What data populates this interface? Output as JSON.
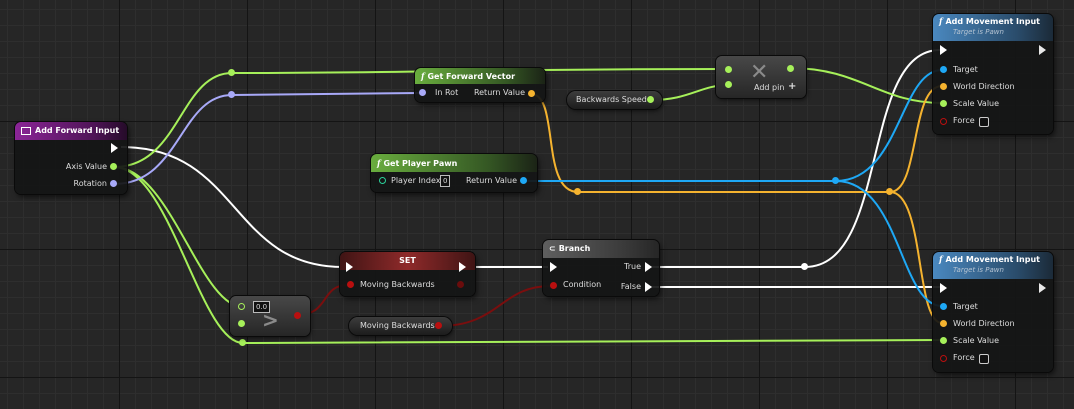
{
  "colors": {
    "exec": "#ffffff",
    "float": "#a6f05a",
    "vector": "#f5b32f",
    "rotator": "#a8a9f8",
    "object": "#1ea8f5",
    "boolean": "#b90f0f"
  },
  "nodes": {
    "add_forward_input": {
      "title": "Add Forward Input",
      "pins": {
        "axis_value": "Axis Value",
        "rotation": "Rotation"
      }
    },
    "get_forward_vector": {
      "title": "Get Forward Vector",
      "pins": {
        "in_rot": "In Rot",
        "return_value": "Return Value"
      }
    },
    "multiply": {
      "add_pin": "Add pin"
    },
    "backwards_speed": {
      "label": "Backwards Speed"
    },
    "get_player_pawn": {
      "title": "Get Player Pawn",
      "pins": {
        "player_index": "Player Index",
        "player_index_value": "0",
        "return_value": "Return Value"
      }
    },
    "add_movement_input_1": {
      "title": "Add Movement Input",
      "subtitle": "Target is Pawn",
      "pins": {
        "target": "Target",
        "world_direction": "World Direction",
        "scale_value": "Scale Value",
        "force": "Force"
      }
    },
    "add_movement_input_2": {
      "title": "Add Movement Input",
      "subtitle": "Target is Pawn",
      "pins": {
        "target": "Target",
        "world_direction": "World Direction",
        "scale_value": "Scale Value",
        "force": "Force"
      }
    },
    "set": {
      "title": "SET",
      "pins": {
        "moving_backwards": "Moving Backwards"
      }
    },
    "branch": {
      "title": "Branch",
      "pins": {
        "condition": "Condition",
        "true": "True",
        "false": "False"
      }
    },
    "compare": {
      "value": "0.0",
      "symbol": ">"
    },
    "moving_backwards_getter": {
      "label": "Moving Backwards"
    }
  }
}
